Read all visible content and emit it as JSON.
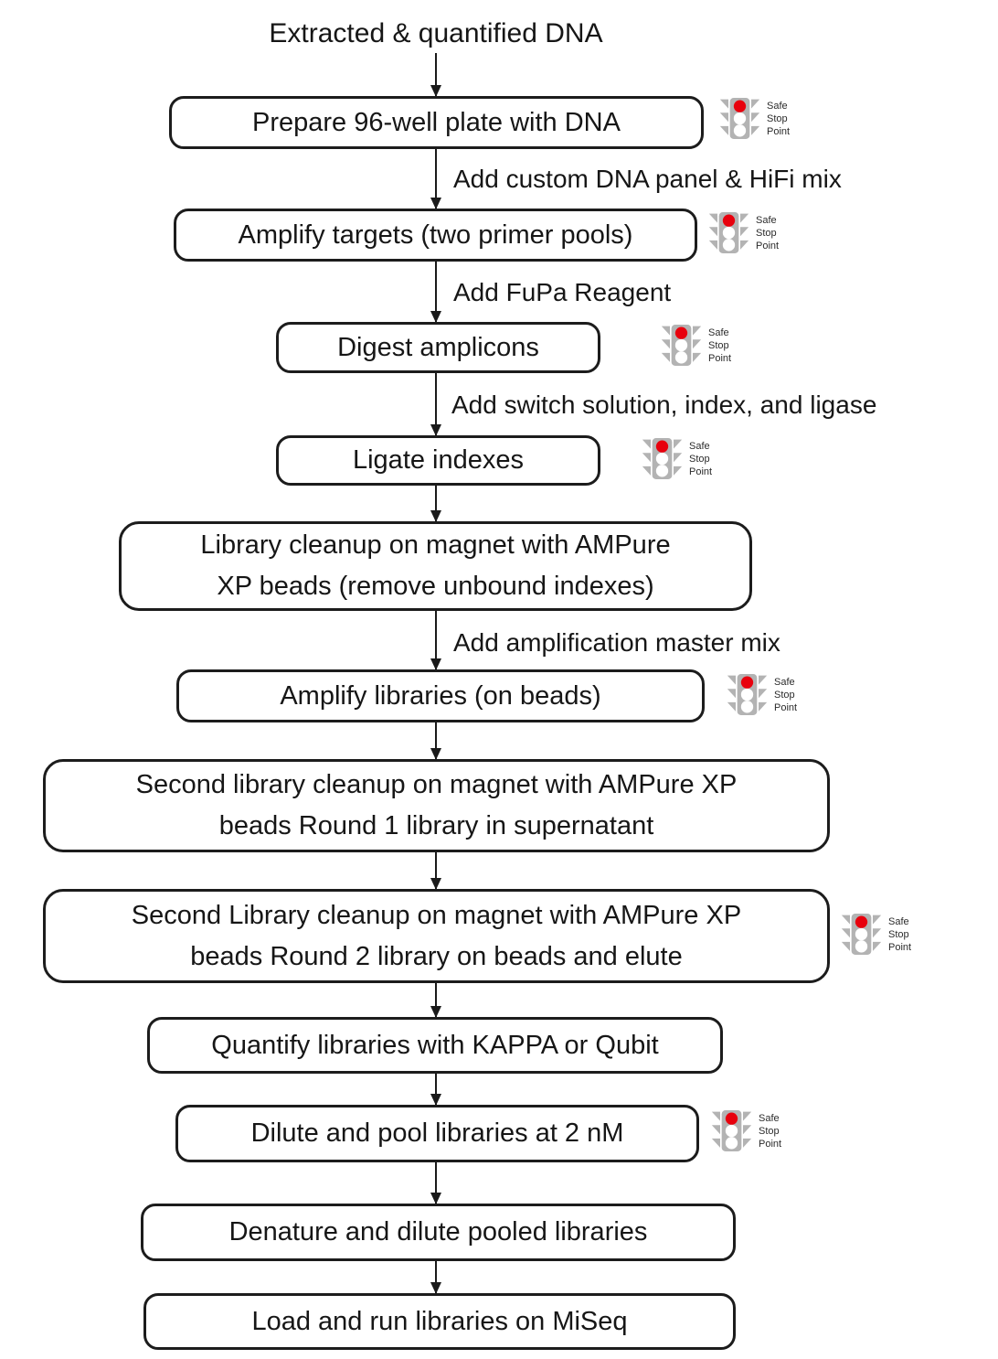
{
  "title": "Extracted & quantified DNA",
  "safe_stop_point": {
    "line1": "Safe",
    "line2": "Stop",
    "line3": "Point"
  },
  "colors": {
    "traffic_light_body": "#b3b3b3",
    "traffic_light_red": "#e8000d",
    "box_border": "#1c1c1c",
    "text": "#161616"
  },
  "steps": [
    {
      "id": "prepare-plate",
      "lines": [
        "Prepare 96-well plate with DNA"
      ],
      "safe_stop": true
    },
    {
      "id": "amplify-targets",
      "lines": [
        "Amplify targets (two primer pools)"
      ],
      "safe_stop": true
    },
    {
      "id": "digest-amplicons",
      "lines": [
        "Digest amplicons"
      ],
      "safe_stop": true
    },
    {
      "id": "ligate-indexes",
      "lines": [
        "Ligate indexes"
      ],
      "safe_stop": true
    },
    {
      "id": "library-cleanup",
      "lines": [
        "Library cleanup on magnet with AMPure",
        "XP beads (remove unbound indexes)"
      ],
      "safe_stop": false
    },
    {
      "id": "amplify-libraries",
      "lines": [
        "Amplify libraries (on beads)"
      ],
      "safe_stop": true
    },
    {
      "id": "second-cleanup-round-1",
      "lines": [
        "Second library cleanup on magnet with AMPure XP",
        "beads Round 1 library in supernatant"
      ],
      "safe_stop": false
    },
    {
      "id": "second-cleanup-round-2",
      "lines": [
        "Second Library cleanup on magnet with AMPure XP",
        "beads Round 2 library on beads and elute"
      ],
      "safe_stop": true
    },
    {
      "id": "quantify-libraries",
      "lines": [
        "Quantify libraries with KAPPA or Qubit"
      ],
      "safe_stop": false
    },
    {
      "id": "dilute-pool",
      "lines": [
        "Dilute and pool libraries at 2 nM"
      ],
      "safe_stop": true
    },
    {
      "id": "denature-dilute",
      "lines": [
        "Denature and dilute pooled libraries"
      ],
      "safe_stop": false
    },
    {
      "id": "load-run",
      "lines": [
        "Load and run libraries on MiSeq"
      ],
      "safe_stop": false
    }
  ],
  "edge_labels": [
    {
      "text": "Add custom DNA panel & HiFi mix"
    },
    {
      "text": "Add FuPa Reagent"
    },
    {
      "text": "Add switch solution, index, and ligase"
    },
    {
      "text": "Add amplification master mix"
    }
  ]
}
